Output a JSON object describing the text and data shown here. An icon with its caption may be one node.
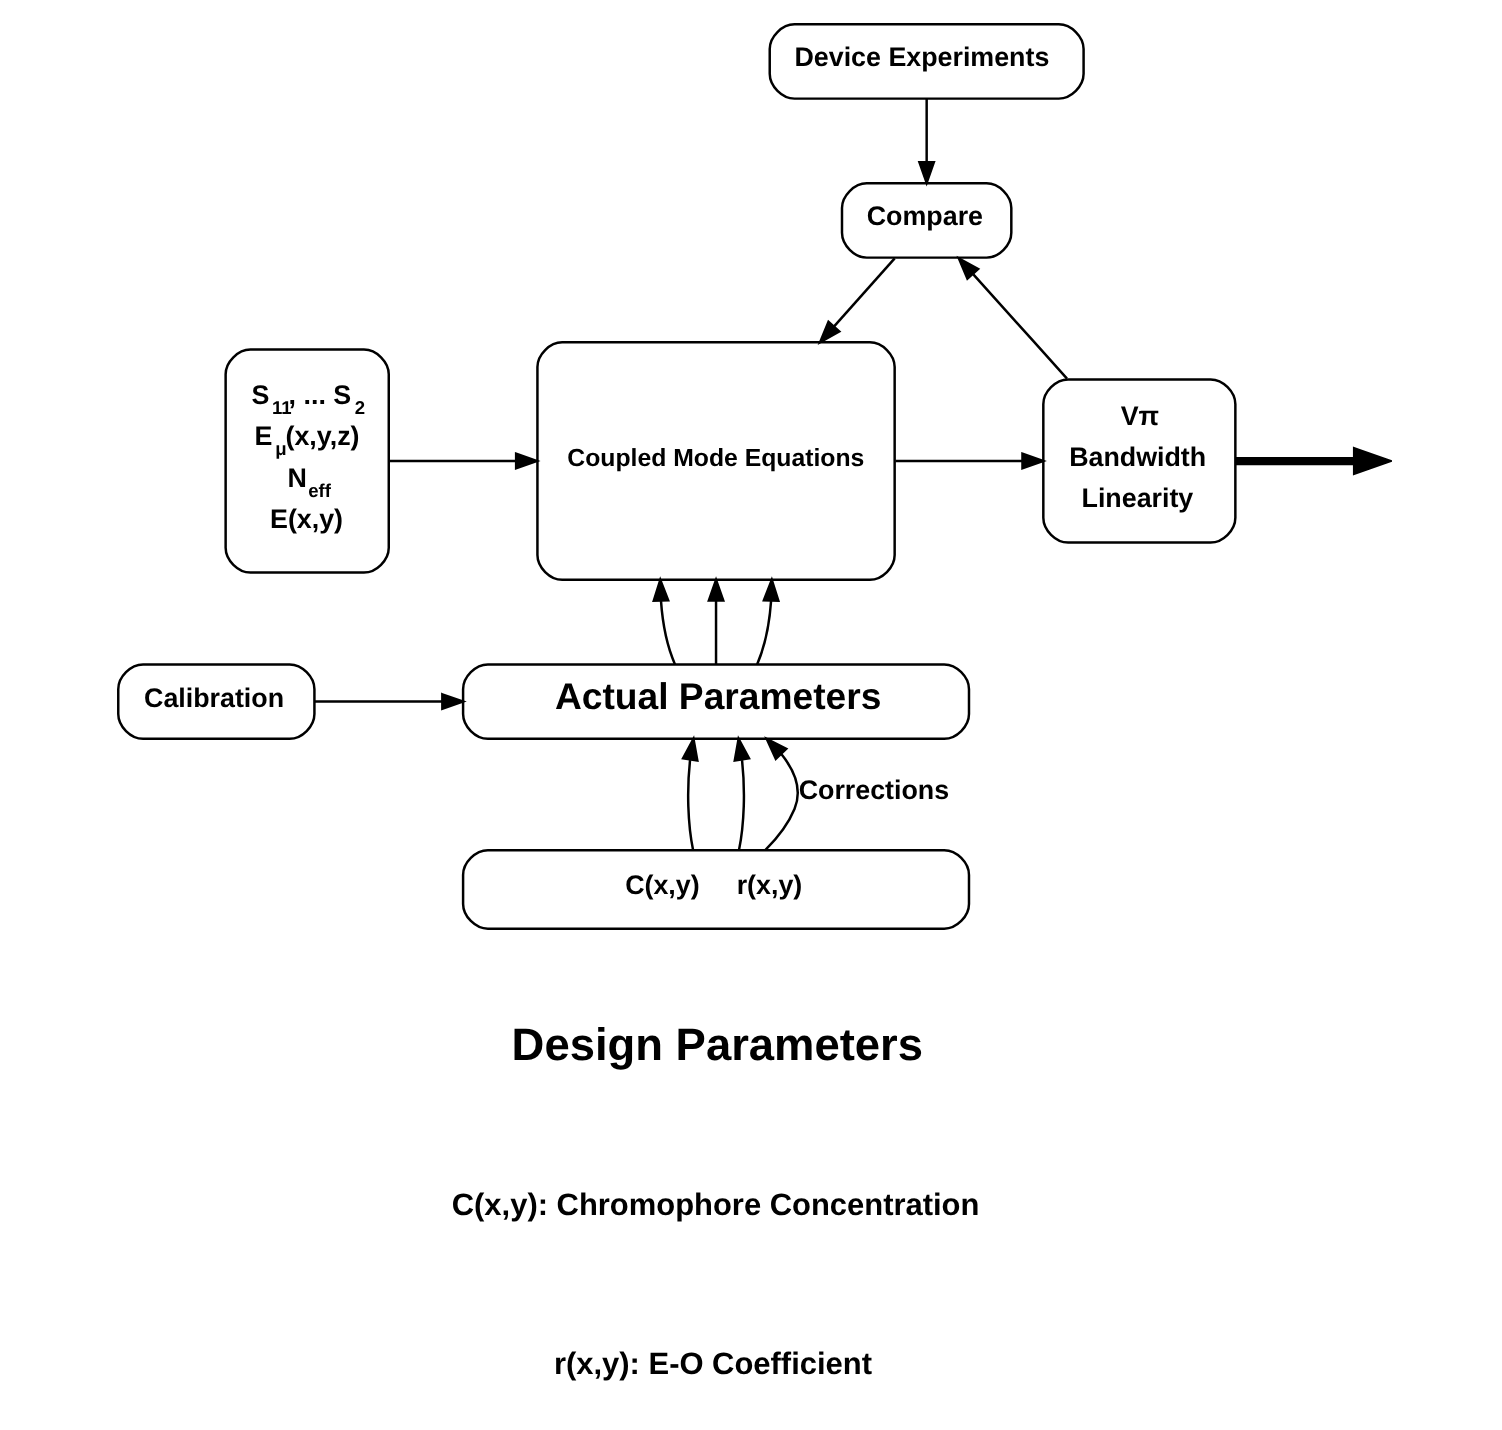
{
  "diagram": {
    "nodes": [
      {
        "text": [
          "Device Experiments"
        ]
      },
      {
        "text": [
          "Compare"
        ]
      },
      {
        "text": [
          "S$_{11}$, ... S$_{2}$",
          "E$_{μ}$(x,y,z)",
          "N$_{eff}$",
          "E(x,y)"
        ]
      },
      {
        "text": [
          "Coupled Mode Equations"
        ]
      },
      {
        "text": [
          "Vπ",
          "Bandwidth",
          "Linearity"
        ]
      },
      {
        "text": [
          "Calibration"
        ]
      },
      {
        "text": [
          "Actual Parameters"
        ]
      },
      {
        "text": [
          "C(x,y)",
          "r(x,y)"
        ]
      }
    ],
    "edges": [
      {
        "from": 0,
        "to": 1,
        "arrow": "to"
      },
      {
        "from": 1,
        "to": 3,
        "arrow": "to"
      },
      {
        "from": 4,
        "to": 1,
        "arrow": "to"
      },
      {
        "from": 2,
        "to": 3,
        "arrow": "to"
      },
      {
        "from": 3,
        "to": 4,
        "arrow": "to"
      },
      {
        "from": 4,
        "to": null,
        "arrow": "to",
        "style": "thick"
      },
      {
        "from": 5,
        "to": 6,
        "arrow": "to"
      },
      {
        "from": 6,
        "to": 3,
        "arrow": "to"
      },
      {
        "from": 6,
        "to": 3,
        "arrow": "to"
      },
      {
        "from": 6,
        "to": 3,
        "arrow": "to"
      },
      {
        "from": 7,
        "to": 6,
        "arrow": "to"
      },
      {
        "from": 7,
        "to": 6,
        "arrow": "to"
      },
      {
        "from": 7,
        "to": 6,
        "arrow": "to",
        "label": "Corrections"
      }
    ],
    "labels": [
      "Design Parameters",
      "C(x,y): Chromophore Concentration",
      "r(x,y): E-O Coefficient"
    ]
  }
}
